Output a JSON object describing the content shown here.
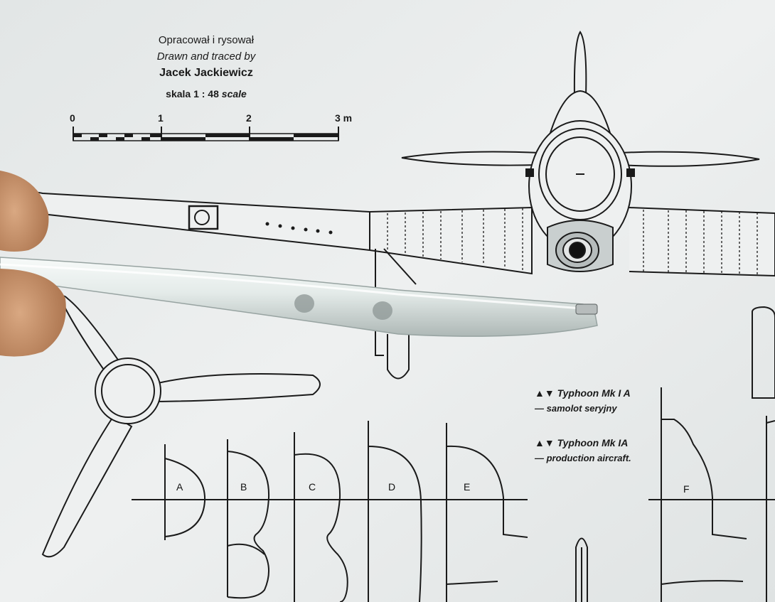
{
  "credit": {
    "line_pl": "Opracował i rysował",
    "line_en": "Drawn and traced by",
    "author": "Jacek Jackiewicz",
    "scale_pl": "skala 1 : 48",
    "scale_en": "scale"
  },
  "scale_bar": {
    "ticks": [
      "0",
      "1",
      "2",
      "3 m"
    ]
  },
  "legend": [
    {
      "marker": "▲▼",
      "title": "Typhoon Mk I A",
      "caption": "— samolot seryjny"
    },
    {
      "marker": "▲▼",
      "title": "Typhoon Mk IA",
      "caption": "— production aircraft."
    }
  ],
  "sections": [
    "A",
    "B",
    "C",
    "D",
    "E",
    "F"
  ],
  "colors": {
    "paper": "#e9ecec",
    "ink": "#1a1a1a",
    "grey_fill": "#c9cfcf",
    "stick": "#e8eeec",
    "skin": "#c9956e"
  }
}
